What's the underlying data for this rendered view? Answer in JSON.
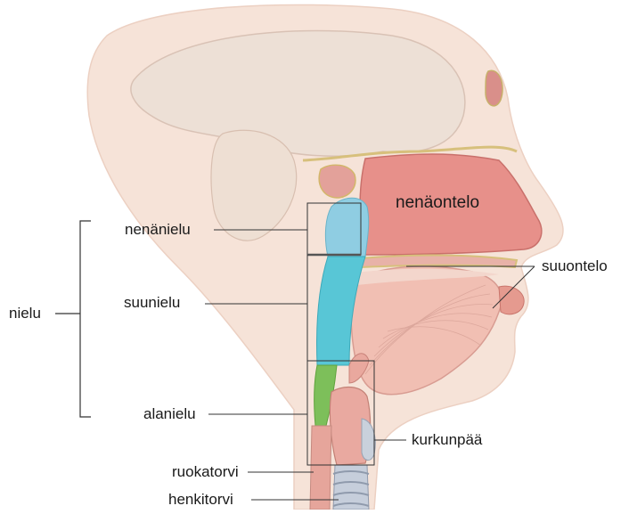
{
  "labels": {
    "nenaontelo": "nenäontelo",
    "nenanielu": "nenänielu",
    "suuontelo": "suuontelo",
    "nielu": "nielu",
    "suunielu": "suunielu",
    "alanielu": "alanielu",
    "kurkunpaa": "kurkunpää",
    "ruokatorvi": "ruokatorvi",
    "henkitorvi": "henkitorvi"
  },
  "colors": {
    "skin": "#f4dccf",
    "nasal_cavity": "#e48c86",
    "nasopharynx": "#7fc6dc",
    "oropharynx": "#57c6d6",
    "laryngopharynx": "#7dbf5a",
    "tongue": "#f0b7ac",
    "trachea": "#b9c3d3"
  }
}
